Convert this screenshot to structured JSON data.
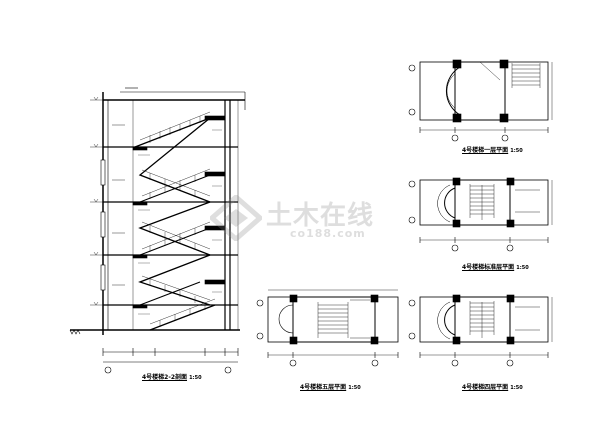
{
  "drawings": {
    "section": {
      "title": "4号楼梯2-2剖面",
      "scale": "1:50"
    },
    "plan_first": {
      "title": "4号楼梯一层平面",
      "scale": "1:50"
    },
    "plan_standard": {
      "title": "4号楼梯标准层平面",
      "scale": "1:50"
    },
    "plan_fifth": {
      "title": "4号楼梯五层平面",
      "scale": "1:50"
    },
    "plan_fourth": {
      "title": "4号楼梯四层平面",
      "scale": "1:50"
    }
  },
  "watermark": {
    "text": "土木在线",
    "url": "co188.com"
  }
}
